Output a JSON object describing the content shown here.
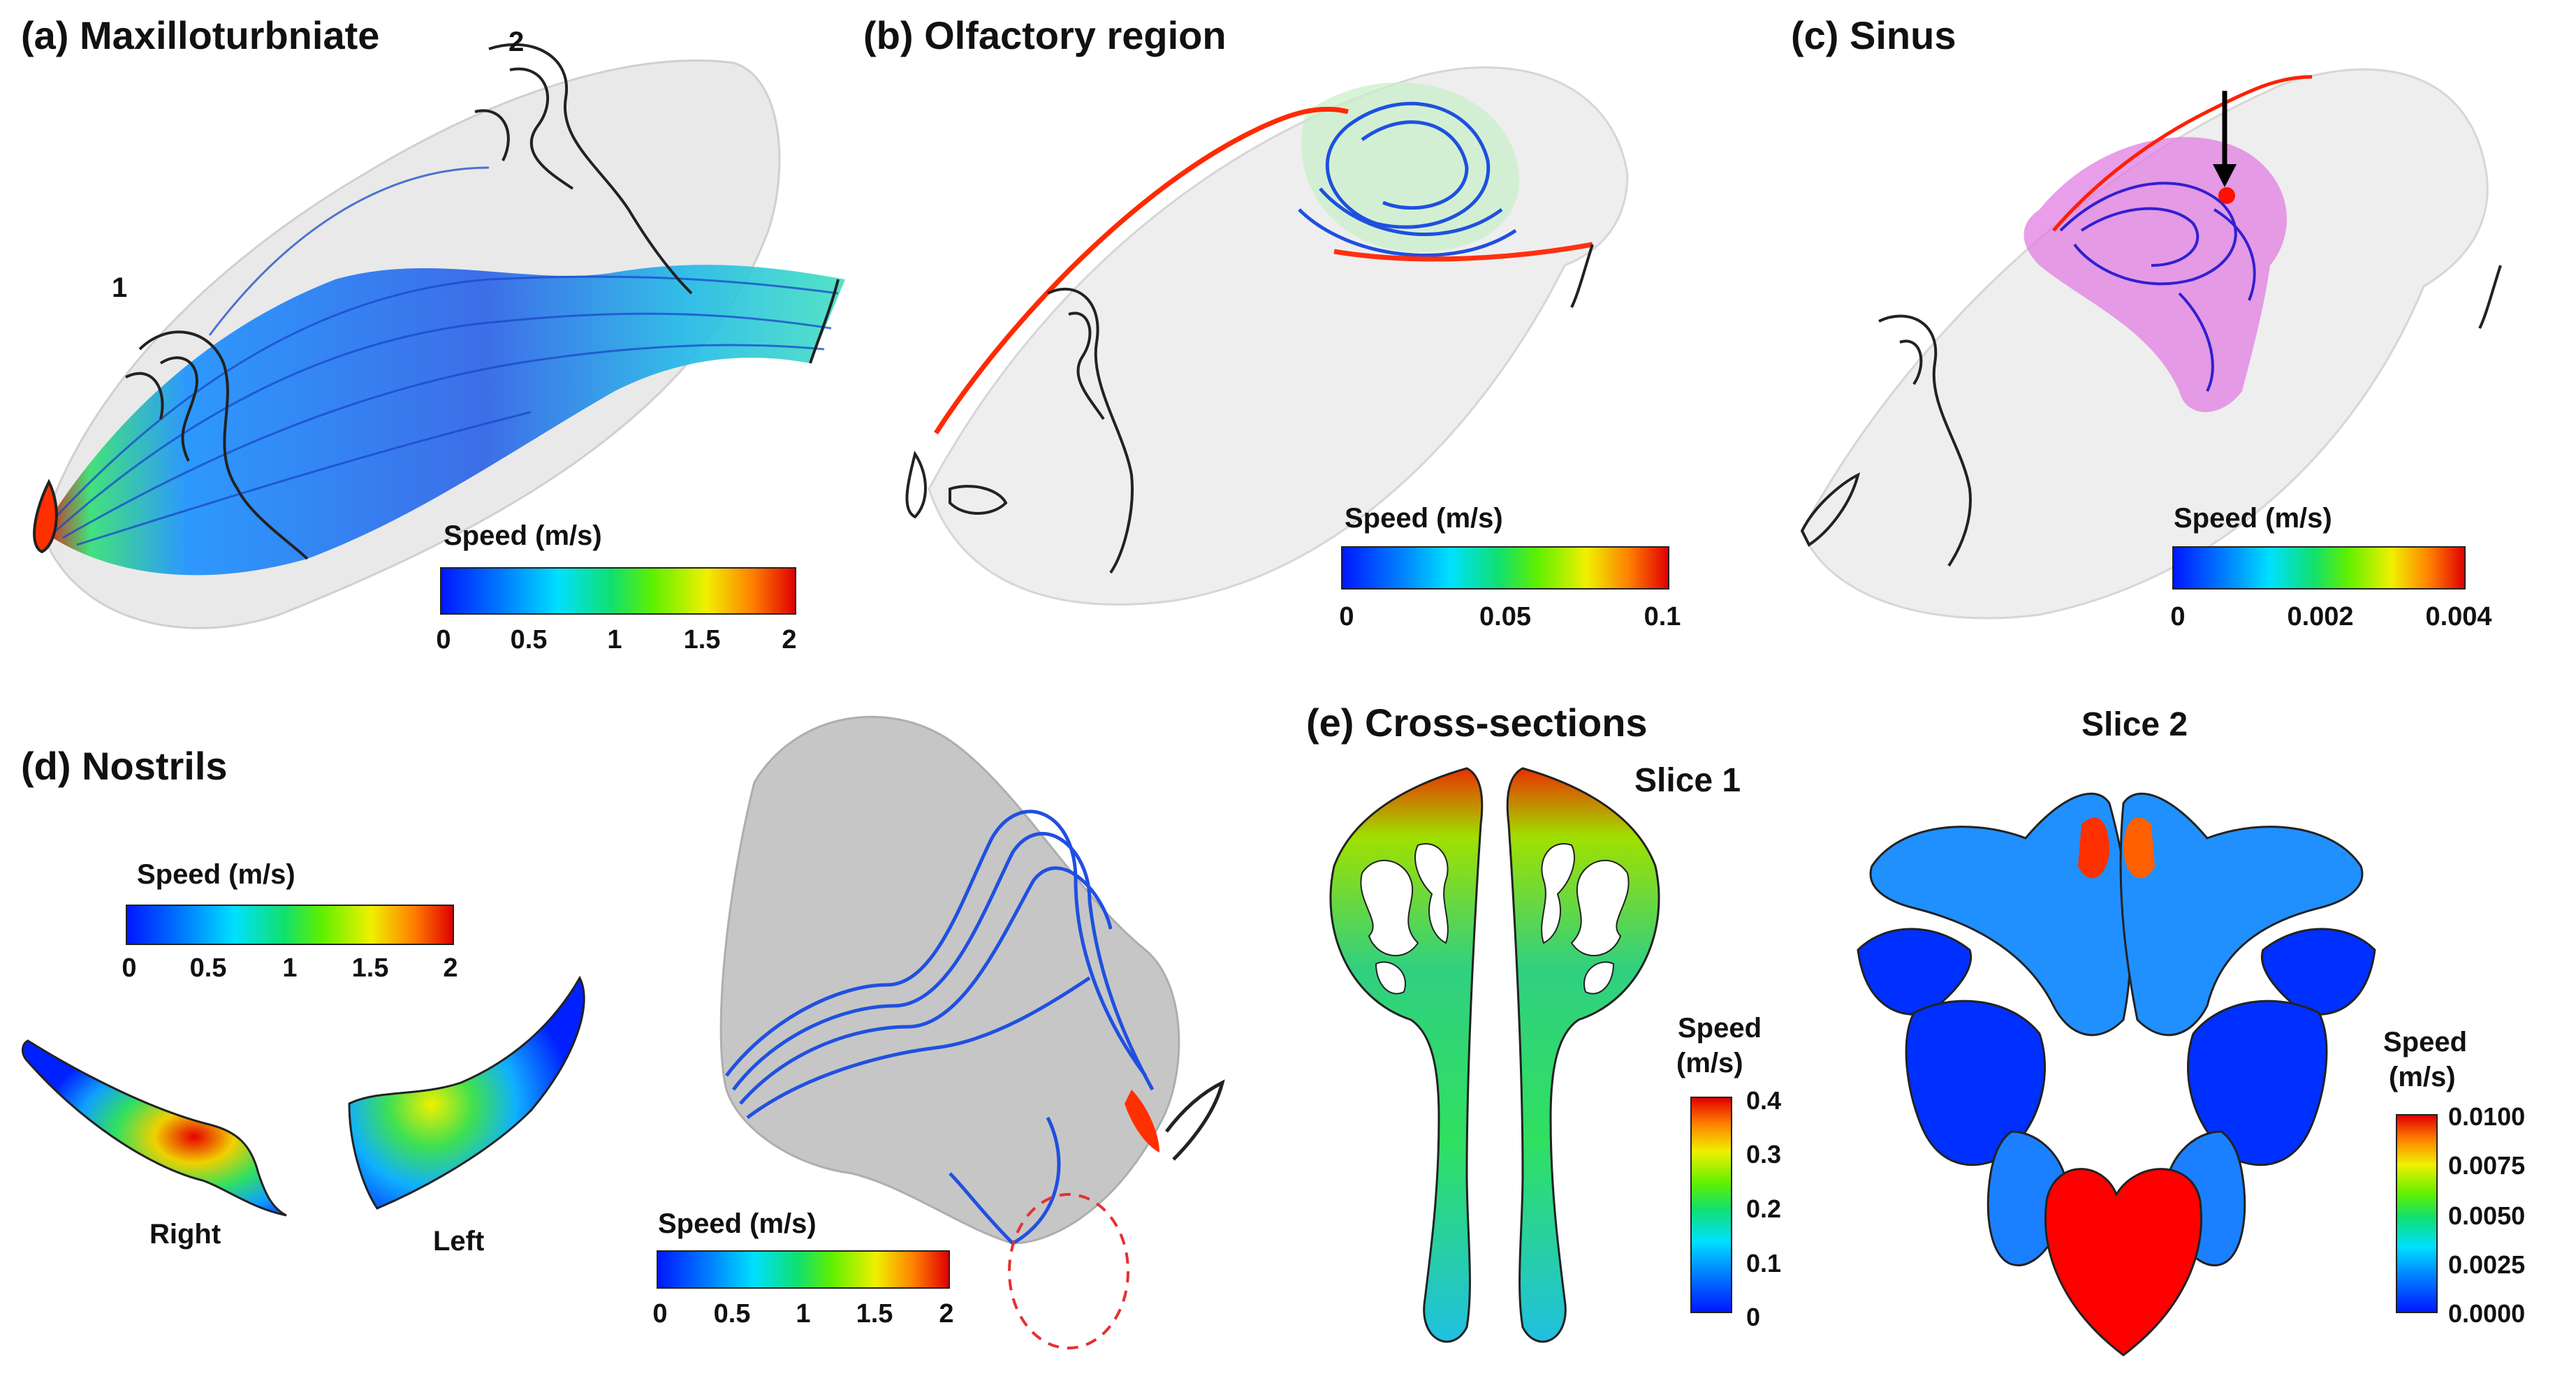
{
  "panels": {
    "a": {
      "title": "(a) Maxilloturbniate",
      "label_1": "1",
      "label_2": "2",
      "colorbar": {
        "title": "Speed (m/s)",
        "ticks": [
          "0",
          "0.5",
          "1",
          "1.5",
          "2"
        ]
      }
    },
    "b": {
      "title": "(b) Olfactory region",
      "colorbar": {
        "title": "Speed (m/s)",
        "ticks": [
          "0",
          "0.05",
          "0.1"
        ]
      }
    },
    "c": {
      "title": "(c) Sinus",
      "colorbar": {
        "title": "Speed (m/s)",
        "ticks": [
          "0",
          "0.002",
          "0.004"
        ]
      }
    },
    "d": {
      "title": "(d) Nostrils",
      "right_label": "Right",
      "left_label": "Left",
      "colorbar": {
        "title": "Speed (m/s)",
        "ticks": [
          "0",
          "0.5",
          "1",
          "1.5",
          "2"
        ]
      },
      "colorbar2": {
        "title": "Speed (m/s)",
        "ticks": [
          "0",
          "0.5",
          "1",
          "1.5",
          "2"
        ]
      }
    },
    "e": {
      "title": "(e) Cross-sections",
      "slice1": "Slice 1",
      "slice2": "Slice 2",
      "colorbar1": {
        "title_line1": "Speed",
        "title_line2": "(m/s)",
        "ticks": [
          "0.4",
          "0.3",
          "0.2",
          "0.1",
          "0"
        ]
      },
      "colorbar2": {
        "title_line1": "Speed",
        "title_line2": "(m/s)",
        "ticks": [
          "0.0100",
          "0.0075",
          "0.0050",
          "0.0025",
          "0.0000"
        ]
      }
    }
  },
  "colors": {
    "slow": "#0018ff",
    "mid": "#10e070",
    "fast": "#e00000",
    "sinus": "#e07ee0"
  }
}
